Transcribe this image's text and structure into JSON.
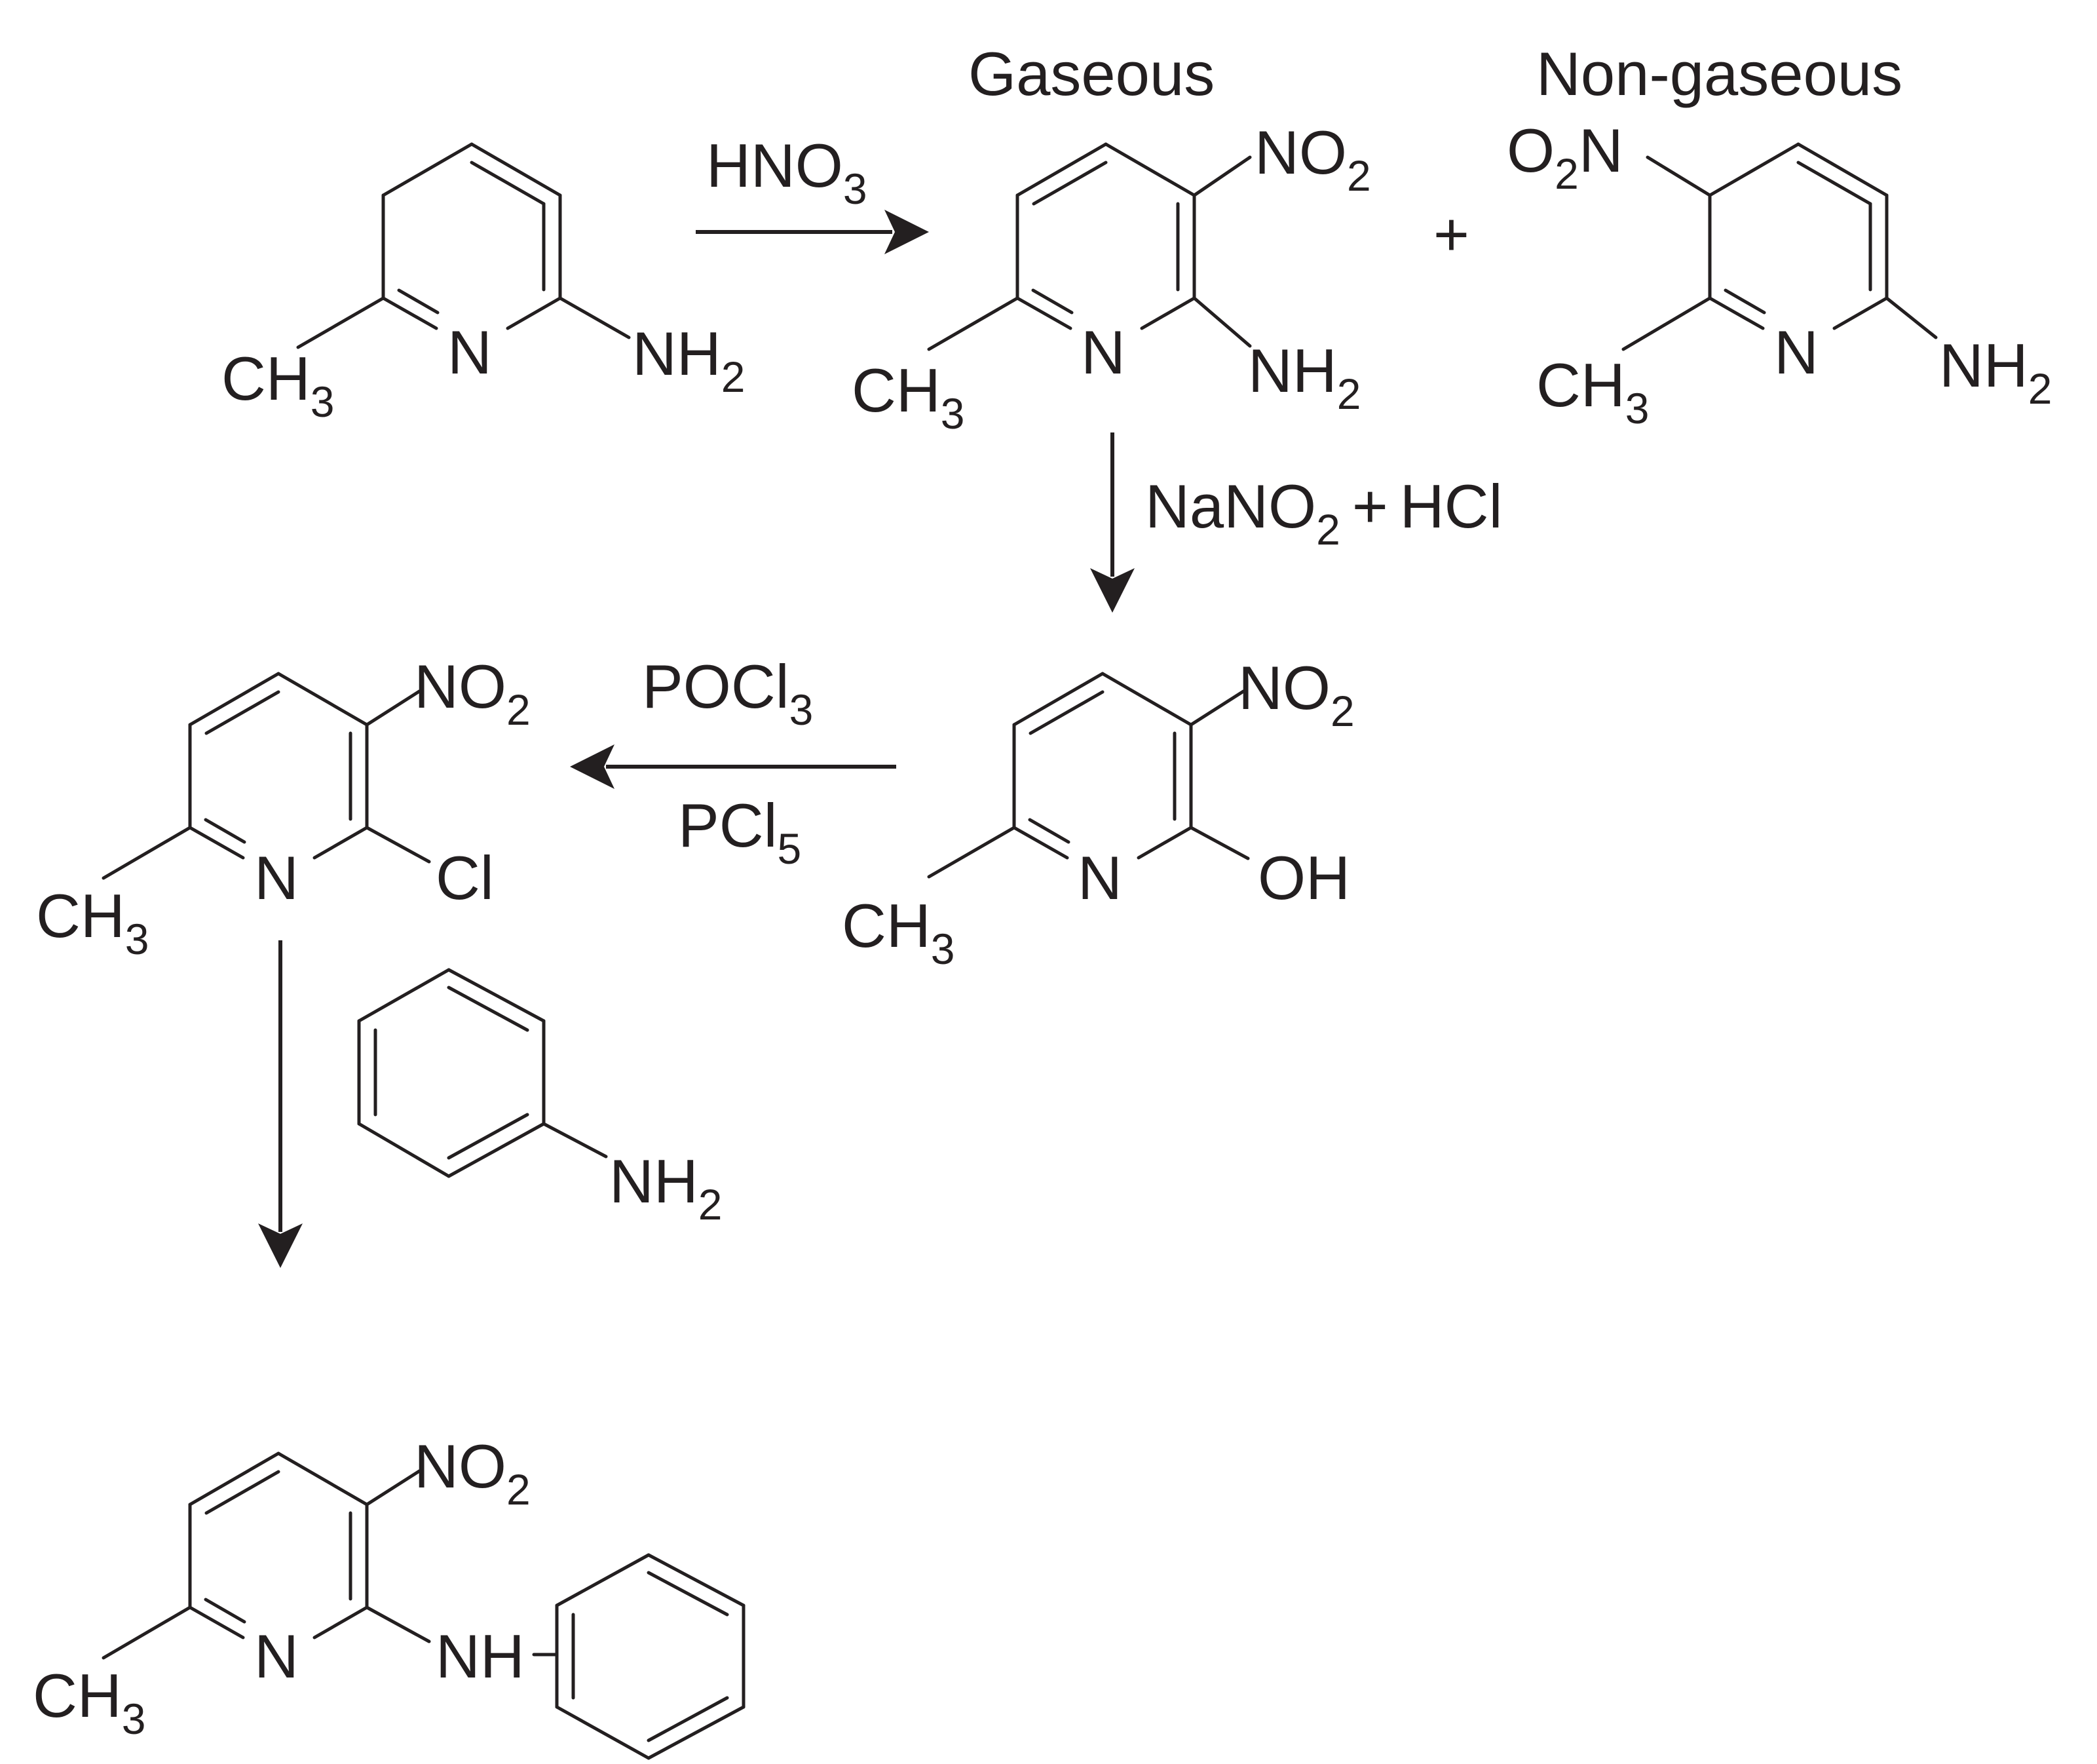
{
  "captions": {
    "gaseous": "Gaseous",
    "non_gaseous": "Non-gaseous"
  },
  "plus": "+",
  "reagents": {
    "step1": {
      "a": "HNO",
      "a_sub": "3"
    },
    "step2": {
      "a": "NaNO",
      "a_sub": "2",
      "plus": "+",
      "b": "HCl"
    },
    "step3": {
      "a": "POCl",
      "a_sub": "3",
      "b": "PCl",
      "b_sub": "5"
    },
    "step4": {
      "amine": "NH",
      "amine_sub": "2"
    }
  },
  "molecules": {
    "start": {
      "ring_n": "N",
      "methyl": "CH",
      "methyl_sub": "3",
      "amino": "NH",
      "amino_sub": "2"
    },
    "product_gaseous": {
      "ring_n": "N",
      "methyl": "CH",
      "methyl_sub": "3",
      "amino": "NH",
      "amino_sub": "2",
      "nitro": "NO",
      "nitro_sub": "2"
    },
    "product_non_gaseous": {
      "ring_n": "N",
      "methyl": "CH",
      "methyl_sub": "3",
      "amino": "NH",
      "amino_sub": "2",
      "nitro_pre": "O",
      "nitro_sub": "2",
      "nitro_post": "N"
    },
    "hydroxy": {
      "ring_n": "N",
      "methyl": "CH",
      "methyl_sub": "3",
      "hydroxyl": "OH",
      "nitro": "NO",
      "nitro_sub": "2"
    },
    "chloro": {
      "ring_n": "N",
      "methyl": "CH",
      "methyl_sub": "3",
      "chloro": "Cl",
      "nitro": "NO",
      "nitro_sub": "2"
    },
    "final": {
      "ring_n": "N",
      "methyl": "CH",
      "methyl_sub": "3",
      "linker": "NH",
      "nitro": "NO",
      "nitro_sub": "2"
    }
  }
}
